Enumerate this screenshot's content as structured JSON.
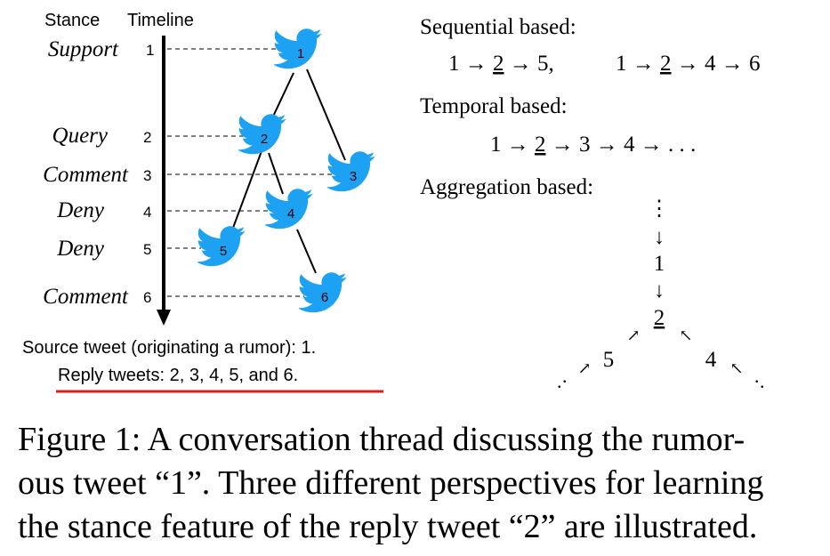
{
  "timeline": {
    "header_stance": "Stance",
    "header_timeline": "Timeline",
    "rows": [
      {
        "stance": "Support",
        "index": "1"
      },
      {
        "stance": "Query",
        "index": "2"
      },
      {
        "stance": "Comment",
        "index": "3"
      },
      {
        "stance": "Deny",
        "index": "4"
      },
      {
        "stance": "Deny",
        "index": "5"
      },
      {
        "stance": "Comment",
        "index": "6"
      }
    ]
  },
  "tweets": [
    {
      "label": "1"
    },
    {
      "label": "2"
    },
    {
      "label": "3"
    },
    {
      "label": "4"
    },
    {
      "label": "5"
    },
    {
      "label": "6"
    }
  ],
  "notes": {
    "source_line": "Source tweet (originating a rumor): 1.",
    "reply_line": "Reply tweets: 2, 3, 4, 5, and 6.",
    "underline_color": "#e01b1b"
  },
  "perspectives": {
    "sequential": {
      "title": "Sequential based:",
      "paths": [
        {
          "pre": "1 → ",
          "target": "2",
          "post": " → 5,"
        },
        {
          "pre": "1 → ",
          "target": "2",
          "post": " → 4 → 6"
        }
      ]
    },
    "temporal": {
      "title": "Temporal based:",
      "pre": "1 → ",
      "target": "2",
      "post": " → 3 → 4 → . . ."
    },
    "aggregation": {
      "title": "Aggregation based:",
      "top_dots": "⋮",
      "node_1": "1",
      "node_2": "2",
      "node_5": "5",
      "node_4": "4",
      "arrow_down": "↓",
      "arrow_ne": "↗",
      "arrow_nw": "↖",
      "dots": "."
    }
  },
  "caption": {
    "lines": [
      "Figure 1: A conversation thread discussing the rumor-",
      "ous tweet “1”. Three different perspectives for learning",
      "the stance feature of the reply tweet “2” are illustrated."
    ]
  },
  "colors": {
    "bird": "#1da1f2",
    "text": "#000000"
  }
}
